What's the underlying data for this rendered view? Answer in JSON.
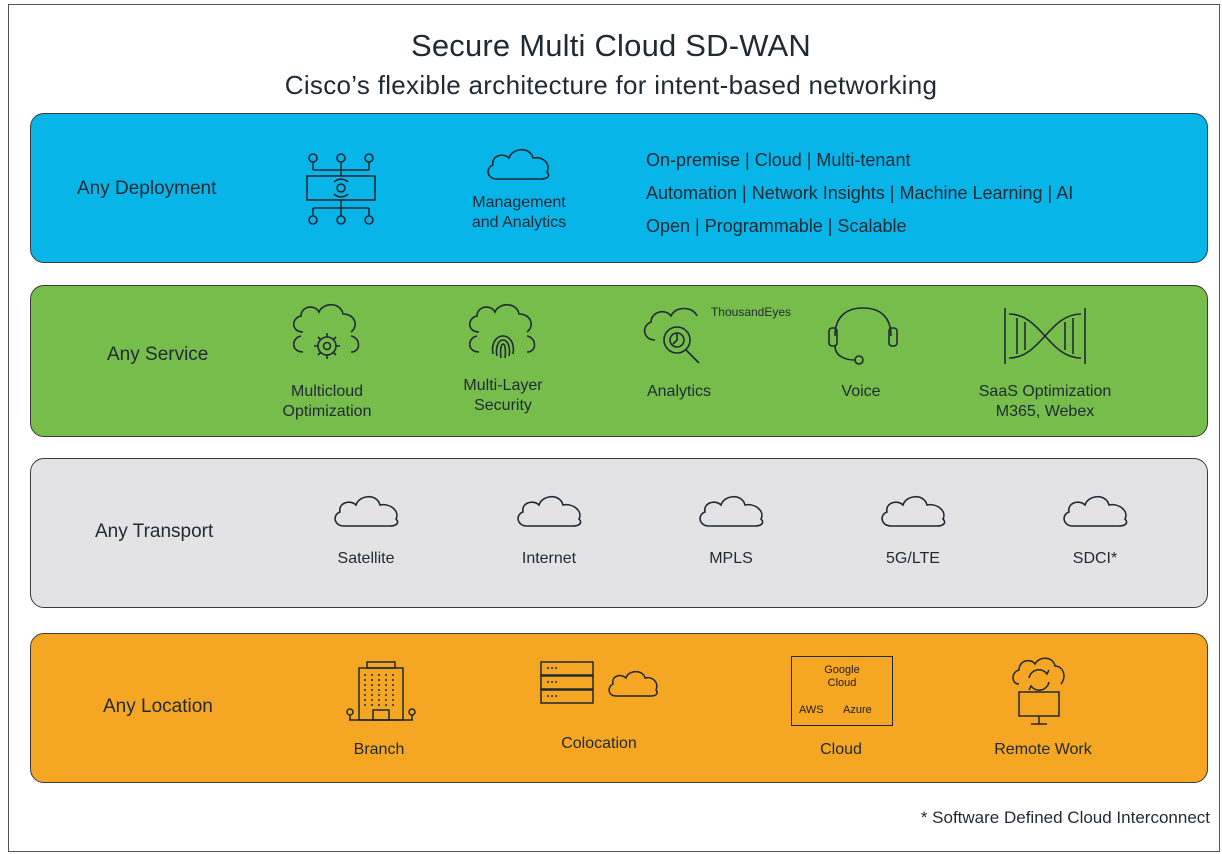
{
  "title": "Secure Multi Cloud SD-WAN",
  "subtitle": "Cisco’s flexible architecture for intent-based networking",
  "colors": {
    "deployment": "#08b5e8",
    "service": "#76bd4c",
    "transport": "#e3e3e5",
    "location": "#f5a623"
  },
  "deployment": {
    "label": "Any Deployment",
    "management_line1": "Management",
    "management_line2": "and Analytics",
    "features": [
      "On-premise | Cloud | Multi-tenant",
      "Automation | Network Insights | Machine Learning | AI",
      "Open | Programmable | Scalable"
    ]
  },
  "service": {
    "label": "Any Service",
    "thousandeyes": "ThousandEyes",
    "items": [
      {
        "line1": "Multicloud",
        "line2": "Optimization",
        "icon": "cloud-gear-icon"
      },
      {
        "line1": "Multi-Layer",
        "line2": "Security",
        "icon": "cloud-fingerprint-icon"
      },
      {
        "line1": "Analytics",
        "line2": "",
        "icon": "cloud-magnifier-icon"
      },
      {
        "line1": "Voice",
        "line2": "",
        "icon": "headset-icon"
      },
      {
        "line1": "SaaS Optimization",
        "line2": "M365, Webex",
        "icon": "dna-helix-icon"
      }
    ]
  },
  "transport": {
    "label": "Any Transport",
    "items": [
      "Satellite",
      "Internet",
      "MPLS",
      "5G/LTE",
      "SDCI*"
    ]
  },
  "location": {
    "label": "Any Location",
    "items": [
      "Branch",
      "Colocation",
      "Cloud",
      "Remote Work"
    ],
    "cloud_box": {
      "google": "Google",
      "cloud": "Cloud",
      "aws": "AWS",
      "azure": "Azure"
    }
  },
  "footnote": "* Software Defined Cloud Interconnect"
}
